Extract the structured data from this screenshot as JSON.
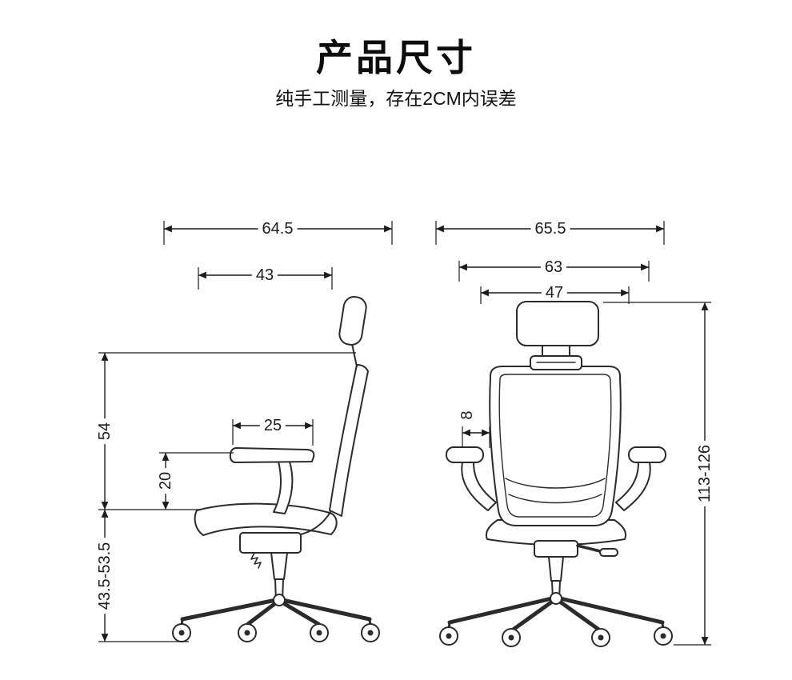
{
  "title": "产品尺寸",
  "subtitle": "纯手工测量，存在2CM内误差",
  "side_view_dims": {
    "overall_depth": "64.5",
    "backrest_depth": "43",
    "armrest_length": "25",
    "armrest_height": "20",
    "back_height": "54",
    "seat_height": "43.5-53.5"
  },
  "back_view_dims": {
    "overall_width": "65.5",
    "backrest_width": "63",
    "inner_width": "47",
    "armrest_width": "8",
    "total_height": "113-126"
  }
}
